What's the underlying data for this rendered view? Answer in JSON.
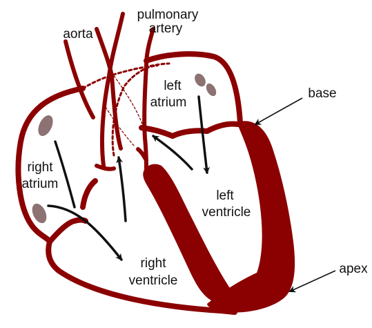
{
  "labels": {
    "pulmonary_artery": [
      "pulmonary",
      "artery"
    ],
    "aorta": "aorta",
    "left_atrium": [
      "left",
      "atrium"
    ],
    "right_atrium": [
      "right",
      "atrium"
    ],
    "left_ventricle": [
      "left",
      "ventricle"
    ],
    "right_ventricle": [
      "right",
      "ventricle"
    ],
    "base": "base",
    "apex": "apex"
  },
  "colors": {
    "heart": "#8b0000",
    "pulmonary_vein_ovals": "#8c7272",
    "arrow": "#111111",
    "background": "#ffffff"
  }
}
